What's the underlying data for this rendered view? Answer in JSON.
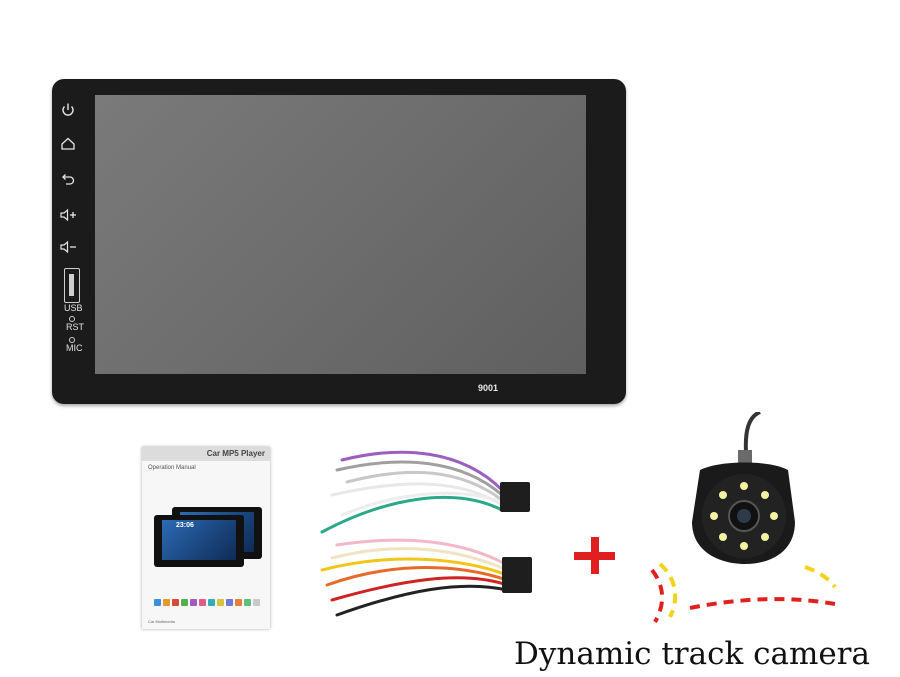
{
  "head_unit": {
    "buttons": [
      {
        "name": "power-icon"
      },
      {
        "name": "home-icon"
      },
      {
        "name": "back-icon"
      },
      {
        "name": "volume-up-icon"
      },
      {
        "name": "volume-down-icon"
      }
    ],
    "usb_label": "USB",
    "rst_label": "RST",
    "mic_label": "MIC",
    "model": "9001"
  },
  "manual": {
    "title": "Car MP5 Player",
    "subtitle": "Operation Manual",
    "time": "23:06",
    "footer": "Car Multimedia"
  },
  "caption": "Dynamic track camera",
  "colors": {
    "bezel": "#1b1b1b",
    "screen": "#6d6d6d",
    "plus": "#e02020",
    "track_red": "#e02020",
    "track_yellow": "#f2d21b"
  }
}
